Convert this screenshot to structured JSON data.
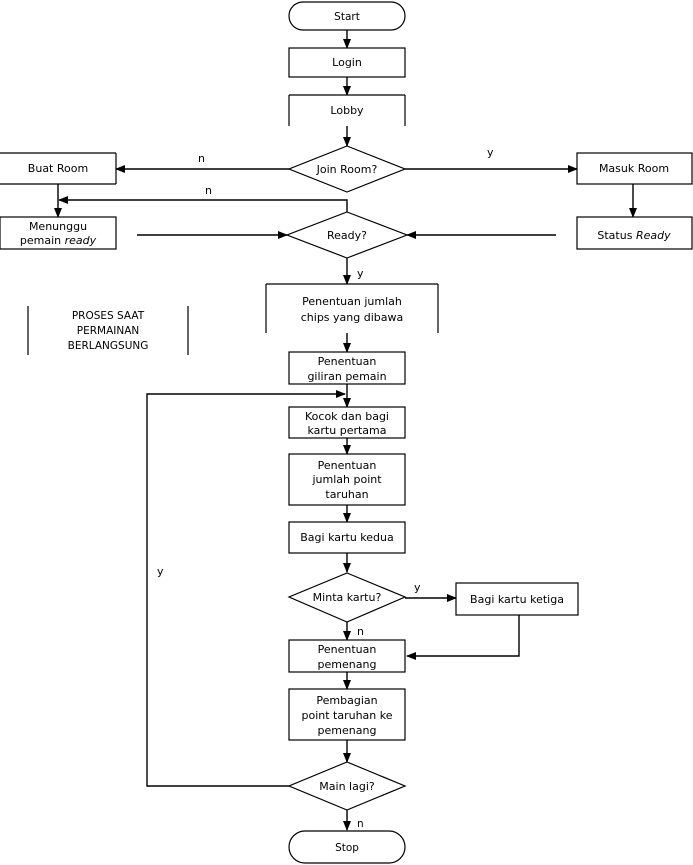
{
  "nodes": {
    "start": "Start",
    "login": "Login",
    "lobby": "Lobby",
    "join_room": "Join Room?",
    "buat_room": "Buat Room",
    "masuk_room": "Masuk Room",
    "menunggu_1": "Menunggu",
    "menunggu_2_plain": "pemain ",
    "menunggu_2_italic": "ready",
    "ready": "Ready?",
    "status_plain": "Status ",
    "status_italic": "Ready",
    "chips_1": "Penentuan jumlah",
    "chips_2": "chips yang dibawa",
    "proses_1": "PROSES SAAT",
    "proses_2": "PERMAINAN",
    "proses_3": "BERLANGSUNG",
    "giliran_1": "Penentuan",
    "giliran_2": "giliran pemain",
    "kocok_1": "Kocok dan bagi",
    "kocok_2": "kartu pertama",
    "point_1": "Penentuan",
    "point_2": "jumlah point",
    "point_3": "taruhan",
    "bagi_kedua": "Bagi kartu kedua",
    "minta_kartu": "Minta kartu?",
    "bagi_ketiga": "Bagi kartu ketiga",
    "pemenang_1": "Penentuan",
    "pemenang_2": "pemenang",
    "pembagian_1": "Pembagian",
    "pembagian_2": "point taruhan ke",
    "pembagian_3": "pemenang",
    "main_lagi": "Main lagi?",
    "stop": "Stop"
  },
  "edge_labels": {
    "join_no": "n",
    "join_yes": "y",
    "ready_no": "n",
    "ready_yes": "y",
    "minta_yes": "y",
    "minta_no": "n",
    "loop_yes": "y",
    "main_no": "n"
  }
}
